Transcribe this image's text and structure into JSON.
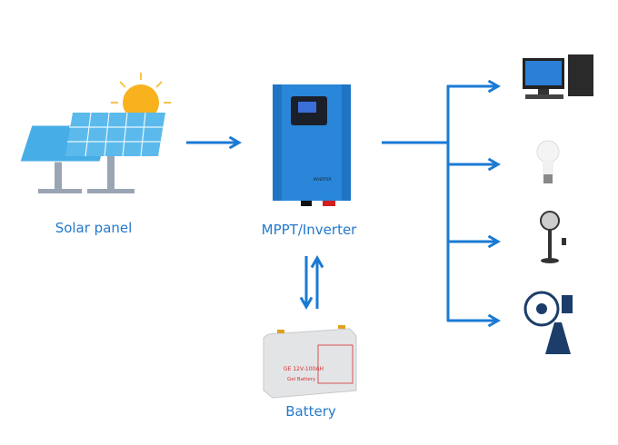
{
  "colors": {
    "arrow": "#1a7ad4",
    "label": "#2479cc",
    "panel": "#3aa6e0",
    "inverter": "#2a86d8",
    "battery": "#e3e4e6"
  },
  "nodes": {
    "solar": {
      "label": "Solar panel",
      "icon": "solar-panel-icon"
    },
    "inverter": {
      "label": "MPPT/Inverter",
      "icon": "inverter-icon",
      "brand": "INVERTER"
    },
    "battery": {
      "label": "Battery",
      "icon": "battery-icon",
      "model": "GE 12V-100AH",
      "type": "Gel Battery"
    }
  },
  "loads": [
    {
      "icon": "computer-icon"
    },
    {
      "icon": "light-bulb-icon"
    },
    {
      "icon": "standing-fan-icon"
    },
    {
      "icon": "industrial-fan-icon"
    }
  ]
}
